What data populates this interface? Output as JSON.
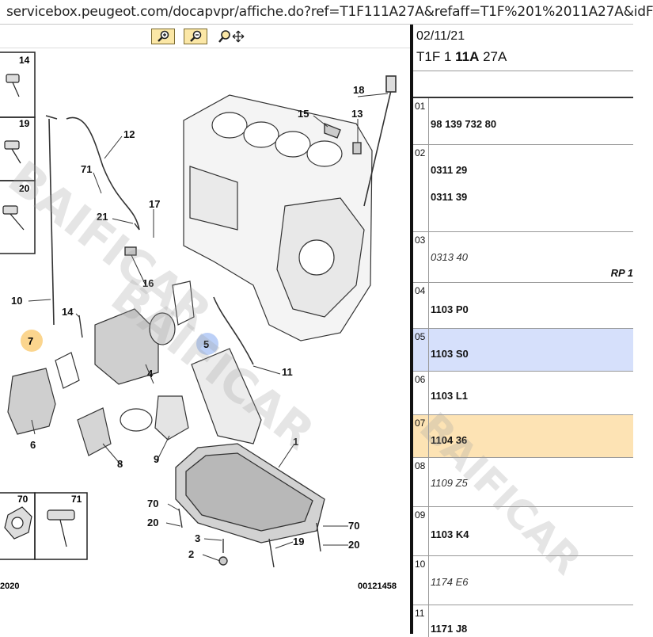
{
  "browser": {
    "url": "servicebox.peugeot.com/docapvpr/affiche.do?ref=T1F111A27A&refaff=T1F%201%2011A27A&idF"
  },
  "toolbar": {
    "zoom_in_icon": "zoom-in-icon",
    "zoom_out_icon": "zoom-out-icon",
    "zoom_fit_icon": "zoom-move-icon"
  },
  "diagram": {
    "thumbs": [
      "14",
      "19",
      "20"
    ],
    "labels": {
      "l18": "18",
      "l15": "15",
      "l13": "13",
      "l12": "12",
      "l71a": "71",
      "l21": "21",
      "l17": "17",
      "l16": "16",
      "l10": "10",
      "l14b": "14",
      "l7": "7",
      "l5": "5",
      "l4": "4",
      "l11": "11",
      "l6": "6",
      "l8": "8",
      "l9": "9",
      "l1": "1",
      "l70a": "70",
      "l20a": "20",
      "l3": "3",
      "l2": "2",
      "l19b": "19",
      "l70b": "70",
      "l20b": "20",
      "l70c": "70",
      "l71b": "71"
    },
    "year": "2020",
    "ref_number": "00121458"
  },
  "reference": {
    "date": "02/11/21",
    "code_prefix": "T1F 1 ",
    "code_bold": "11A",
    "code_suffix": " 27A"
  },
  "rows": [
    {
      "num": "01",
      "parts": [
        "98 139 732 80"
      ]
    },
    {
      "num": "02",
      "parts": [
        "0311 29",
        "0311 39"
      ]
    },
    {
      "num": "03",
      "parts": [
        "0313 40"
      ],
      "extra": "RP 1"
    },
    {
      "num": "04",
      "parts": [
        "1103 P0"
      ]
    },
    {
      "num": "05",
      "parts": [
        "1103 S0"
      ]
    },
    {
      "num": "06",
      "parts": [
        "1103 L1"
      ]
    },
    {
      "num": "07",
      "parts": [
        "1104 36"
      ]
    },
    {
      "num": "08",
      "parts": [
        "1109 Z5"
      ]
    },
    {
      "num": "09",
      "parts": [
        "1103 K4"
      ]
    },
    {
      "num": "10",
      "parts": [
        "1174 E6"
      ]
    },
    {
      "num": "11",
      "parts": [
        "1171 J8"
      ]
    }
  ],
  "watermark": {
    "text1": "BAIFICAR",
    "text2": "BAIFICAR",
    "text3": "BAIFICAR"
  },
  "colors": {
    "highlight_blue": "#d6e0fb",
    "highlight_orange": "#fde3b4",
    "toolbar_button": "#fbe7a6"
  }
}
